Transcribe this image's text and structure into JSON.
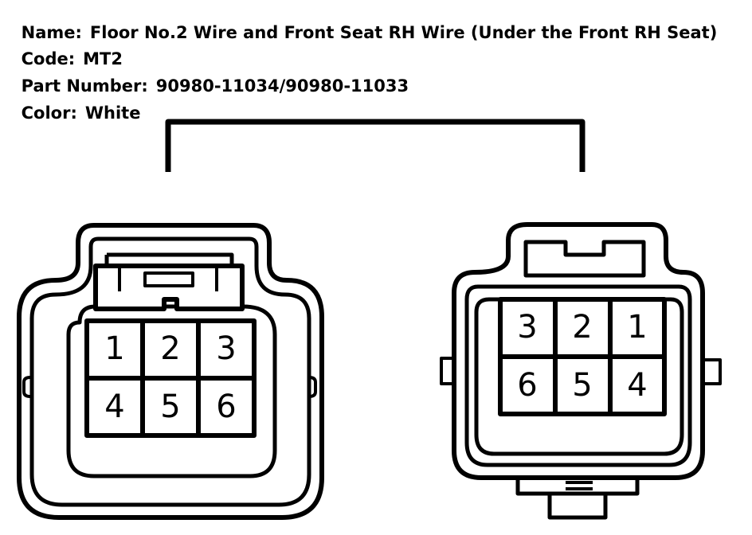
{
  "info": {
    "name_label": "Name:",
    "name_value": "Floor No.2 Wire and Front Seat RH Wire (Under the Front RH Seat)",
    "code_label": "Code:",
    "code_value": "MT2",
    "part_label": "Part Number:",
    "part_value": "90980-11034/90980-11033",
    "color_label": "Color:",
    "color_value": "White"
  },
  "left_connector": {
    "pins": [
      "1",
      "2",
      "3",
      "4",
      "5",
      "6"
    ]
  },
  "right_connector": {
    "pins": [
      "3",
      "2",
      "1",
      "6",
      "5",
      "4"
    ]
  },
  "colors": {
    "line": "#000000",
    "background": "#ffffff"
  }
}
